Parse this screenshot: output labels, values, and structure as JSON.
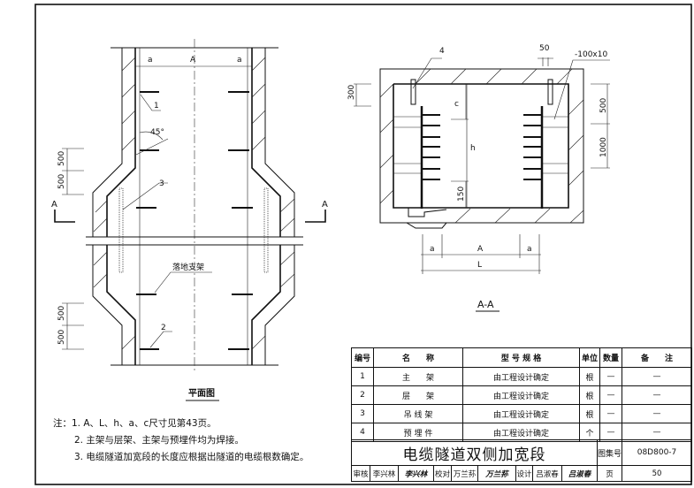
{
  "plan": {
    "title": "平面图",
    "dim_a": "a",
    "dim_A": "A",
    "angle": "45°",
    "callouts": [
      "1",
      "2",
      "3"
    ],
    "floor_bracket": "落地支架",
    "dims_500": [
      "500",
      "500",
      "500",
      "500"
    ],
    "section_mark": "A"
  },
  "section": {
    "title": "A-A",
    "callout_4": "4",
    "dim_50": "50",
    "plate": "-100x10",
    "dim_300": "300",
    "dim_500": "500",
    "dim_1000": "1000",
    "dim_c": "c",
    "dim_h": "h",
    "dim_150": "150",
    "dim_a": "a",
    "dim_A": "A",
    "dim_L": "L"
  },
  "notes": {
    "prefix": "注：",
    "items": [
      "1. A、L、h、a、c尺寸见第43页。",
      "2. 主架与层架、主架与预埋件均为焊接。",
      "3. 电缆隧道加宽段的长度应根据出隧道的电缆根数确定。"
    ]
  },
  "table": {
    "headers": [
      "编号",
      "名　　称",
      "型 号 规 格",
      "单位",
      "数量",
      "备　　注"
    ],
    "rows": [
      [
        "1",
        "主　　架",
        "由工程设计确定",
        "根",
        "—",
        "—"
      ],
      [
        "2",
        "层　　架",
        "由工程设计确定",
        "根",
        "—",
        "—"
      ],
      [
        "3",
        "吊 线 架",
        "由工程设计确定",
        "根",
        "—",
        "—"
      ],
      [
        "4",
        "预 埋 件",
        "由工程设计确定",
        "个",
        "—",
        "—"
      ]
    ]
  },
  "title_block": {
    "title": "电缆隧道双侧加宽段",
    "atlas_label": "图集号",
    "atlas_no": "08D800-7",
    "review_label": "审核",
    "reviewer": "李兴林",
    "reviewer_sig": "李兴林",
    "check_label": "校对",
    "checker": "万兰荪",
    "checker_sig": "万兰荪",
    "design_label": "设计",
    "designer": "吕淑春",
    "designer_sig": "吕淑春",
    "page_label": "页",
    "page_no": "50"
  }
}
